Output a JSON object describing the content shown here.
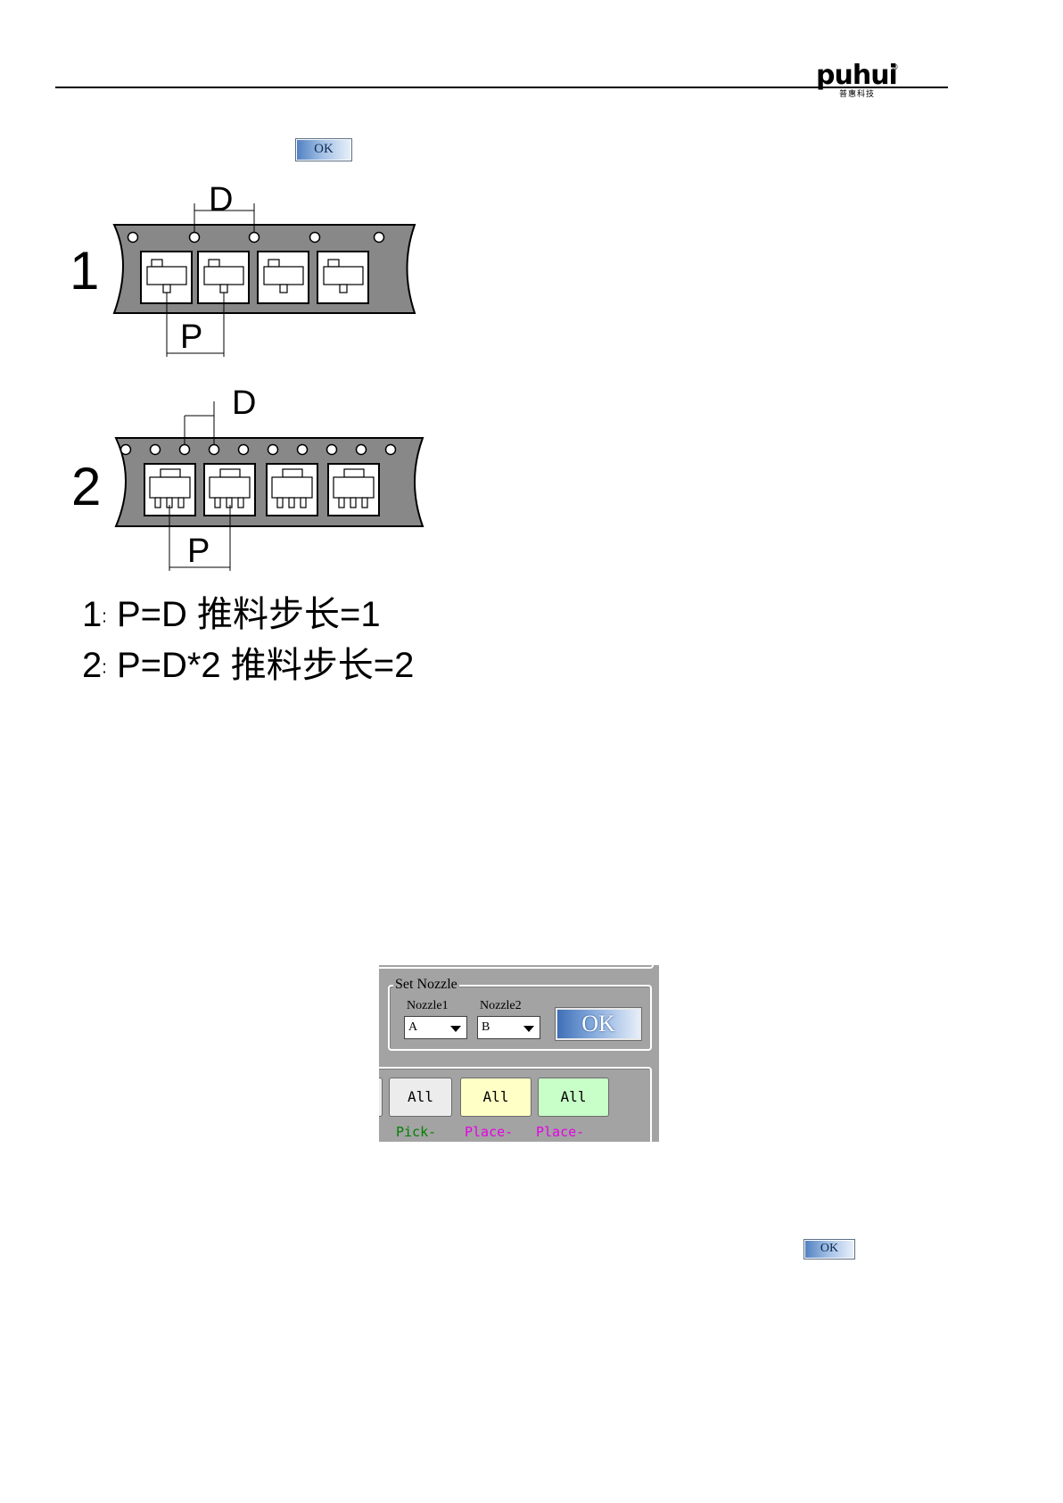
{
  "header": {
    "logo_text": "puhui",
    "logo_mark": "®",
    "logo_subtext": "普惠科技"
  },
  "ok_button_1": {
    "label": "OK"
  },
  "diagram_1": {
    "number": "1",
    "dim_pitch": "D",
    "dim_part": "P",
    "sprocket_holes": 5,
    "pockets": 4
  },
  "diagram_2": {
    "number": "2",
    "dim_pitch": "D",
    "dim_part": "P",
    "sprocket_holes": 10,
    "pockets": 4
  },
  "formulas": [
    {
      "index": "1",
      "sep": ":",
      "text": "P=D 推料步长=1"
    },
    {
      "index": "2",
      "sep": ":",
      "text": "P=D*2 推料步长=2"
    }
  ],
  "nozzle_panel": {
    "group_title": "Set Nozzle",
    "nozzle1_label": "Nozzle1",
    "nozzle1_value": "A",
    "nozzle2_label": "Nozzle2",
    "nozzle2_value": "B",
    "ok_label": "OK",
    "all_buttons": [
      {
        "label": "All",
        "color": "#ececec"
      },
      {
        "label": "All",
        "color": "#ffffc6"
      },
      {
        "label": "All",
        "color": "#c8ffc8"
      }
    ],
    "sub_labels": [
      {
        "text": "Pick-",
        "color": "#008000"
      },
      {
        "text": "Place-",
        "color": "#e600e6"
      },
      {
        "text": "Place-",
        "color": "#e600e6"
      }
    ]
  },
  "ok_button_2": {
    "label": "OK"
  }
}
